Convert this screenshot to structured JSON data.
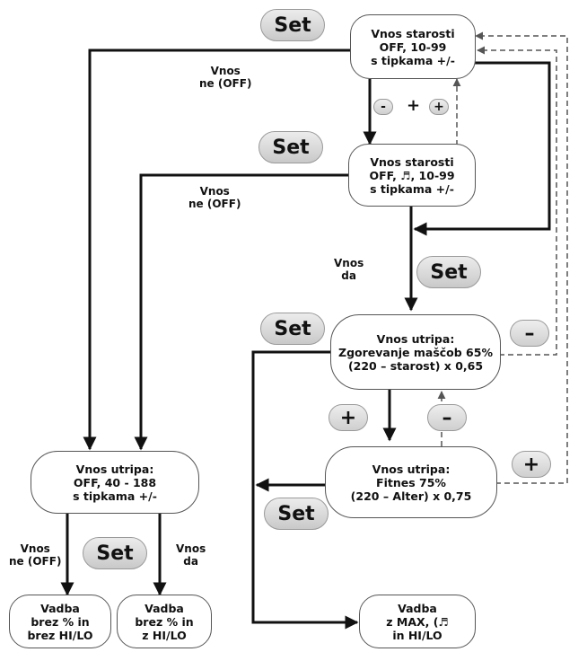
{
  "boxes": {
    "age_entry": [
      "Vnos starosti",
      "OFF, 10-99",
      "s tipkama +/-"
    ],
    "age_entry_sound": [
      "Vnos starosti",
      "OFF, ♬,      10-99",
      "s tipkama +/-"
    ],
    "pulse_fatburn": [
      "Vnos utripa:",
      "Zgorevanje maščob 65%",
      "(220 – starost) x 0,65"
    ],
    "pulse_fitness": [
      "Vnos utripa:",
      "Fitnes 75%",
      "(220 – Alter) x 0,75"
    ],
    "pulse_manual": [
      "Vnos utripa:",
      "OFF, 40 - 188",
      "s tipkama +/-"
    ],
    "training_none": [
      "Vadba",
      "brez % in",
      "brez HI/LO"
    ],
    "training_hilo": [
      "Vadba",
      "brez % in",
      "z HI/LO"
    ],
    "training_max": [
      "Vadba",
      "z MAX, (♬",
      "in HI/LO"
    ]
  },
  "labels": {
    "no_off_1": [
      "Vnos",
      "ne (OFF)"
    ],
    "no_off_2": [
      "Vnos",
      "ne (OFF)"
    ],
    "yes_1": [
      "Vnos",
      "da"
    ],
    "no_off_3": [
      "Vnos",
      "ne (OFF)"
    ],
    "yes_2": [
      "Vnos",
      "da"
    ]
  },
  "buttons": {
    "set": "Set",
    "minus": "–",
    "plus": "+",
    "small_minus": "-",
    "small_plus": "+",
    "between": "+"
  }
}
